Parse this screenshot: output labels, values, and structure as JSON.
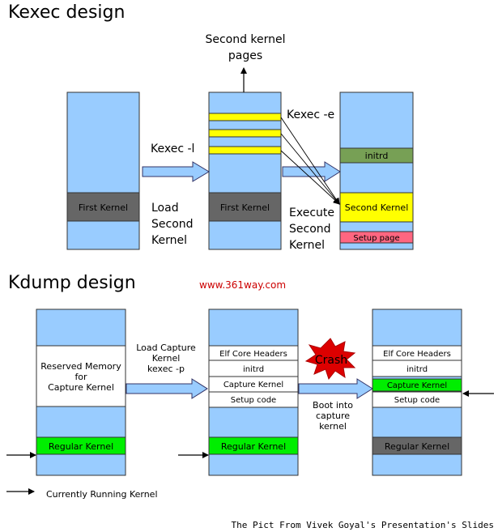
{
  "kexec": {
    "title": "Kexec design",
    "second_kernel_pages": [
      "Second kernel",
      "pages"
    ],
    "kexec_l": "Kexec -l",
    "kexec_e": "Kexec -e",
    "load_second_kernel": [
      "Load",
      "Second",
      "Kernel"
    ],
    "execute_second_kernel": [
      "Execute",
      "Second",
      "Kernel"
    ],
    "first_kernel_1": "First Kernel",
    "first_kernel_2": "First Kernel",
    "initrd": "initrd",
    "second_kernel": "Second Kernel",
    "setup_page": "Setup page"
  },
  "watermark": "www.361way.com",
  "kdump": {
    "title": "Kdump design",
    "reserved_memory": [
      "Reserved Memory",
      "for",
      "Capture Kernel"
    ],
    "regular_kernel_1": "Regular Kernel",
    "regular_kernel_2": "Regular Kernel",
    "regular_kernel_3": "Regular Kernel",
    "load_capture": [
      "Load Capture",
      "Kernel",
      "kexec -p"
    ],
    "mid": [
      "Elf Core Headers",
      "initrd",
      "Capture Kernel",
      "Setup code"
    ],
    "right": [
      "Elf Core Headers",
      "initrd",
      "Capture Kernel",
      "Setup code"
    ],
    "crash": "Crash",
    "boot_into": [
      "Boot into",
      "capture",
      "kernel"
    ],
    "legend": "Currently Running Kernel"
  },
  "footer": "The Pict From Vivek Goyal's Presentation's Slides",
  "colors": {
    "memory": "#99ccff",
    "kernel_gray": "#666666",
    "yellow": "#ffff00",
    "initrd_green": "#77a055",
    "setup_pink": "#ff6680",
    "green": "#00ee00",
    "crash_red": "#dd0000",
    "arrow_fill": "#99ccff"
  }
}
